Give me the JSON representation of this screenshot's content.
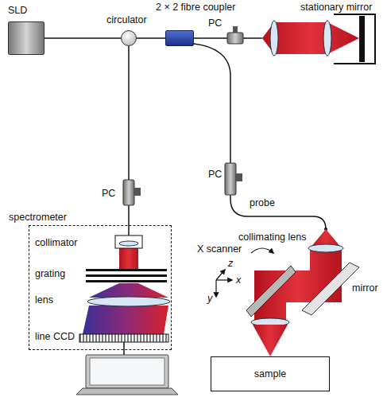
{
  "diagram": {
    "nodes": [
      {
        "text": [
          "SLD"
        ]
      },
      {
        "text": [
          "circulator"
        ]
      },
      {
        "text": [
          "2 × 2 fibre coupler"
        ]
      },
      {
        "text": [
          "spectrometer"
        ]
      },
      {
        "text": [
          "sample"
        ]
      }
    ],
    "edges": [
      {
        "from": 0,
        "to": 1,
        "arrow": "none"
      },
      {
        "from": 1,
        "to": 2,
        "arrow": "none"
      },
      {
        "from": 1,
        "to": 3,
        "arrow": "none"
      }
    ],
    "labels": [
      "stationary mirror",
      "PC",
      "PC",
      "PC",
      "probe",
      "collimator",
      "collimating lens",
      "X scanner",
      "z",
      "x",
      "mirror",
      "grating",
      "y",
      "lens",
      "line CCD"
    ]
  }
}
